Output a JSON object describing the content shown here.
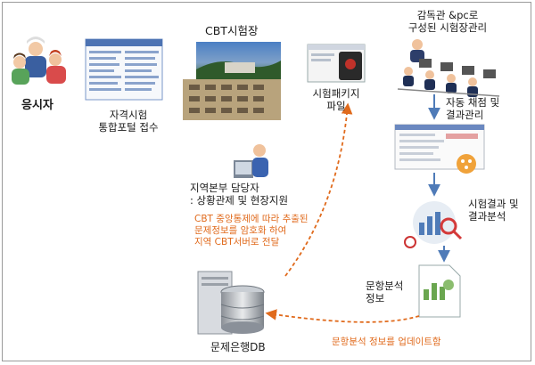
{
  "labels": {
    "applicant": "응시자",
    "portal": [
      "자격시험",
      "통합포털 접수"
    ],
    "cbt_site": "CBT시험장",
    "package_file": [
      "시험패키지",
      "파일"
    ],
    "supervisor": [
      "감독관 &pc로",
      "구성된 시험장관리"
    ],
    "grading": [
      "자동 채점 및",
      "결과관리"
    ],
    "result_analysis": [
      "시험결과 및",
      "결과분석"
    ],
    "regional_staff": [
      "지역본부 담당자",
      ": 상황관제 및 현장지원"
    ],
    "item_analysis": [
      "문항분석",
      "정보"
    ],
    "question_db": "문제은행DB"
  },
  "annotations": {
    "transfer": [
      "CBT 중앙통제에 따라 추출된",
      "문제정보를 암호화 하여",
      "지역 CBT서버로 전달"
    ],
    "update": "문항분석 정보를 업데이트함"
  },
  "colors": {
    "accent": "#e06a1c",
    "arrow_blue": "#4f7bb8",
    "frame": "#9a9a9a"
  }
}
